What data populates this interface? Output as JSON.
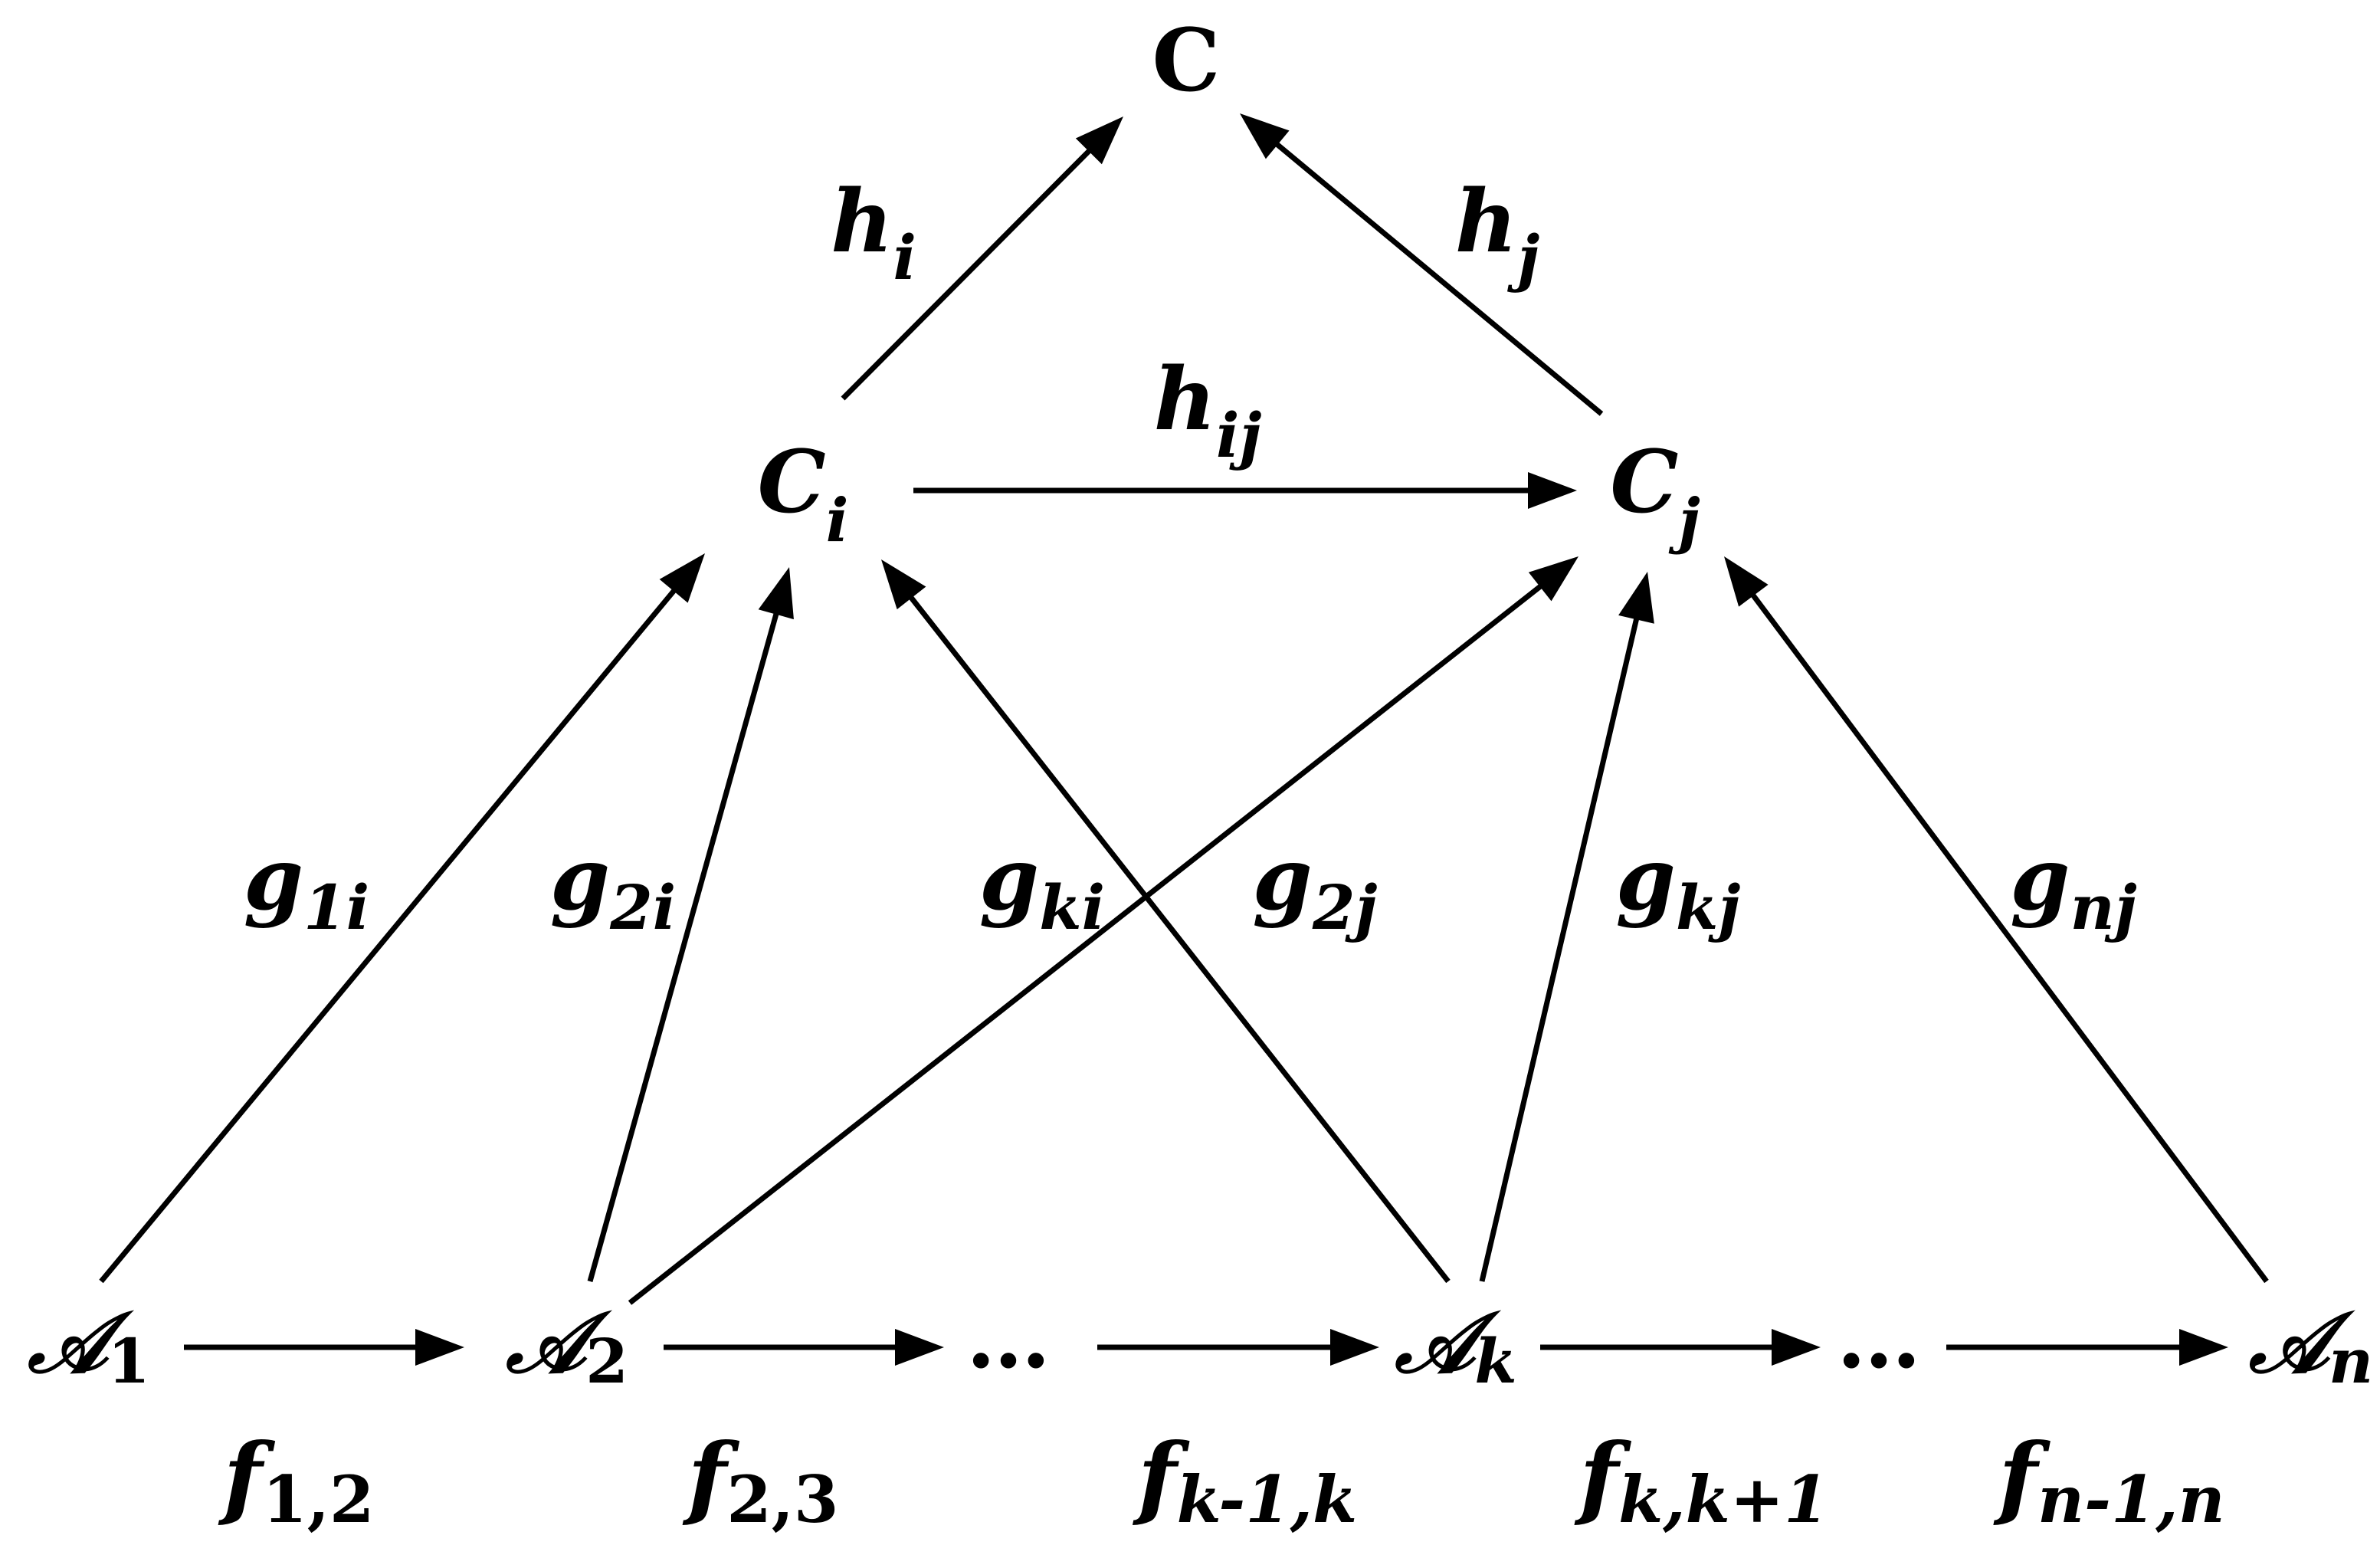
{
  "nodes": {
    "C": "C",
    "Ci": {
      "base": "C",
      "sub": "i"
    },
    "Cj": {
      "base": "C",
      "sub": "j"
    },
    "A1": {
      "base": "𝒜",
      "sub": "1"
    },
    "A2": {
      "base": "𝒜",
      "sub": "2"
    },
    "dots1": "…",
    "Ak": {
      "base": "𝒜",
      "sub": "k"
    },
    "dots2": "…",
    "An": {
      "base": "𝒜",
      "sub": "n"
    }
  },
  "labels": {
    "hi": {
      "base": "h",
      "sub": "i"
    },
    "hj": {
      "base": "h",
      "sub": "j"
    },
    "hij": {
      "base": "h",
      "sub": "ij"
    },
    "g1i": {
      "base": "g",
      "sub": "1i"
    },
    "g2i": {
      "base": "g",
      "sub": "2i"
    },
    "gki": {
      "base": "g",
      "sub": "ki"
    },
    "g2j": {
      "base": "g",
      "sub": "2j"
    },
    "gkj": {
      "base": "g",
      "sub": "kj"
    },
    "gnj": {
      "base": "g",
      "sub": "nj"
    },
    "f12": {
      "base": "f",
      "sub": "1,2"
    },
    "f23": {
      "base": "f",
      "sub": "2,3"
    },
    "fk1k": {
      "base": "f",
      "sub": "k-1,k"
    },
    "fkk1": {
      "base": "f",
      "sub": "k,k+1"
    },
    "fn1n": {
      "base": "f",
      "sub": "n-1,n"
    }
  },
  "colors": {
    "ink": "#000000",
    "background": "#ffffff"
  }
}
